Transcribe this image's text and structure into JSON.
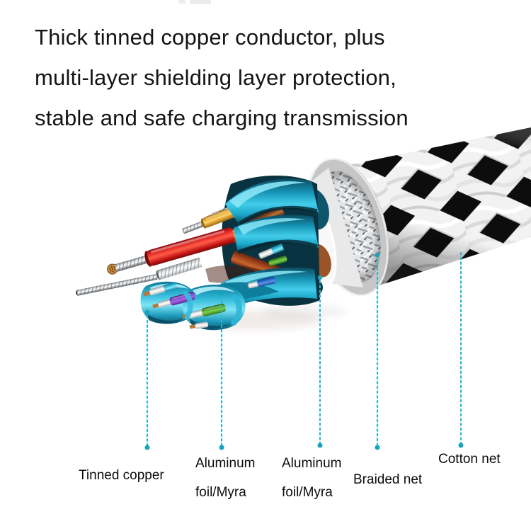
{
  "headline": {
    "line1": "Thick tinned copper conductor, plus",
    "line2": "multi-layer shielding layer protection,",
    "line3": "stable and safe charging transmission"
  },
  "diagram": {
    "leader_color": "#2fb5cf",
    "labels": {
      "tinned_copper": "Tinned copper",
      "aluminum_foil_1": {
        "line1": "Aluminum",
        "line2": "foil/Myra"
      },
      "aluminum_foil_2": {
        "line1": "Aluminum",
        "line2": "foil/Myra"
      },
      "braided_net": "Braided net",
      "cotton_net": "Cotton net"
    },
    "illustration": {
      "description": "Cut-away 3D render of a braided charging cable showing inner layers",
      "layer_colors": {
        "cotton_net_black": "#0d0d0d",
        "cotton_net_white": "#f2f2f2",
        "braided_net_silver": "#d9dbdc",
        "aluminum_foil_cyan": "#3fc6e4",
        "tinned_copper": "#c59247",
        "wire_red": "#e82222",
        "wire_orange": "#f08a28",
        "wire_yellow": "#f4c14a",
        "wire_brown": "#9a5426",
        "wire_purple": "#9650d2",
        "wire_green": "#5cbb3a",
        "wire_blue": "#2f6fd0"
      }
    }
  }
}
